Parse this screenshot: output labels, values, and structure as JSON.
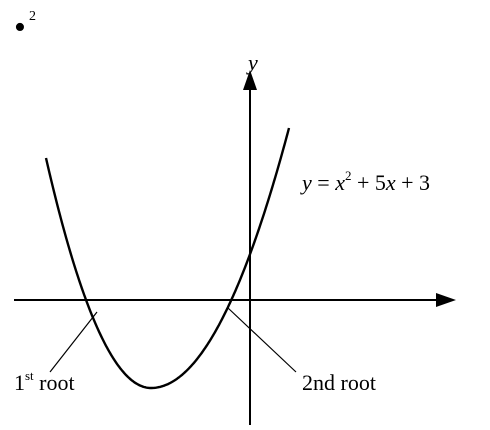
{
  "page": {
    "marker": "•",
    "marker_sup": "2"
  },
  "diagram": {
    "y_axis_label": "y",
    "equation": {
      "lhs": "y",
      "eq": " = ",
      "x": "x",
      "exp": "2",
      "rest1": " + 5",
      "x2": "x",
      "rest2": " + 3"
    },
    "root1": {
      "num": "1",
      "sup": "st",
      "word": " root"
    },
    "root2": {
      "label": "2nd root"
    }
  },
  "colors": {
    "ink": "#000000",
    "background": "#ffffff"
  }
}
